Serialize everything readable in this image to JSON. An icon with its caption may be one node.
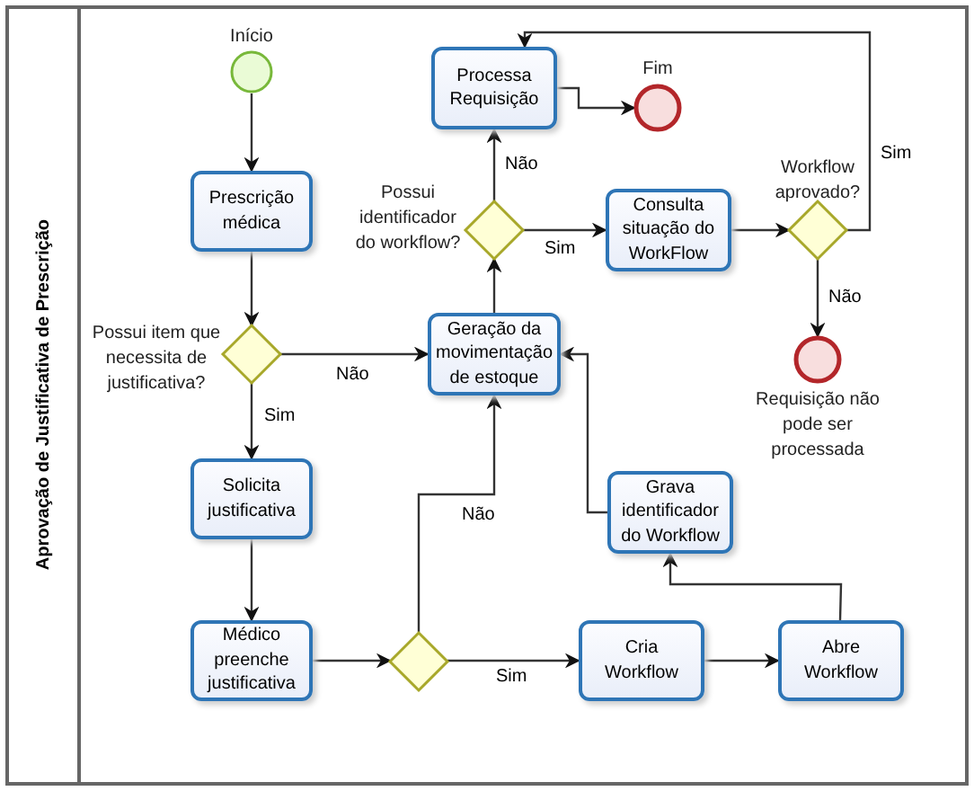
{
  "diagram": {
    "nodes": [
      {
        "text": [
          "Aprovação de Justificativa de Prescrição"
        ]
      },
      {
        "text": [
          "Início"
        ],
        "in": 0
      },
      {
        "text": [
          "Processa Requisição"
        ],
        "in": 0
      },
      {
        "text": [
          "Fim"
        ],
        "in": 0
      },
      {
        "text": [
          "Prescrição médica"
        ],
        "in": 0
      },
      {
        "text": [
          "Possui identificador do workflow?"
        ],
        "in": 0
      },
      {
        "text": [
          "Consulta situação do WorkFlow"
        ],
        "in": 0
      },
      {
        "text": [
          "Workflow aprovado?"
        ],
        "in": 0
      },
      {
        "text": [
          "Possui item que necessita de justificativa?"
        ],
        "in": 0
      },
      {
        "text": [
          "Geração da movimentação de estoque"
        ],
        "in": 0
      },
      {
        "text": [
          "Requisição não pode ser processada"
        ],
        "in": 0
      },
      {
        "text": [
          "Solicita justificativa"
        ],
        "in": 0
      },
      {
        "text": [
          "Grava identificador do Workflow"
        ],
        "in": 0
      },
      {
        "text": [
          "Médico preenche justificativa"
        ],
        "in": 0
      },
      {
        "text": [],
        "shape": "diamond",
        "in": 0
      },
      {
        "text": [
          "Cria Workflow"
        ],
        "in": 0
      },
      {
        "text": [
          "Abre Workflow"
        ],
        "in": 0
      }
    ],
    "edges": [
      {
        "from": 1,
        "to": 4,
        "arrow": "to"
      },
      {
        "from": 4,
        "to": 8,
        "arrow": "to"
      },
      {
        "from": 8,
        "to": 9,
        "arrow": "to",
        "label": "Não"
      },
      {
        "from": 8,
        "to": 11,
        "arrow": "to",
        "label": "Sim"
      },
      {
        "from": 11,
        "to": 13,
        "arrow": "to"
      },
      {
        "from": 13,
        "to": 14,
        "arrow": "to"
      },
      {
        "from": 14,
        "to": 9,
        "arrow": "to",
        "label": "Não"
      },
      {
        "from": 14,
        "to": 15,
        "arrow": "to",
        "label": "Sim"
      },
      {
        "from": 15,
        "to": 16,
        "arrow": "to"
      },
      {
        "from": 16,
        "to": 12,
        "arrow": "to"
      },
      {
        "from": 12,
        "to": 9,
        "arrow": "to"
      },
      {
        "from": 9,
        "to": 5,
        "arrow": "to"
      },
      {
        "from": 5,
        "to": 2,
        "arrow": "to",
        "label": "Não"
      },
      {
        "from": 5,
        "to": 6,
        "arrow": "to",
        "label": "Sim"
      },
      {
        "from": 6,
        "to": 7,
        "arrow": "to"
      },
      {
        "from": 7,
        "to": 2,
        "arrow": "to",
        "label": "Sim"
      },
      {
        "from": 7,
        "to": 10,
        "arrow": "to",
        "label": "Não"
      },
      {
        "from": 2,
        "to": 3,
        "arrow": "to"
      }
    ]
  }
}
